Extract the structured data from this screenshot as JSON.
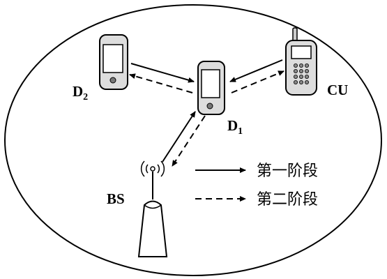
{
  "nodes": {
    "d1": {
      "name": "D",
      "sub": "1"
    },
    "d2": {
      "name": "D",
      "sub": "2"
    },
    "cu": {
      "name": "CU"
    },
    "bs": {
      "name": "BS"
    }
  },
  "legend": {
    "stage1": "第一阶段",
    "stage2": "第二阶段"
  }
}
